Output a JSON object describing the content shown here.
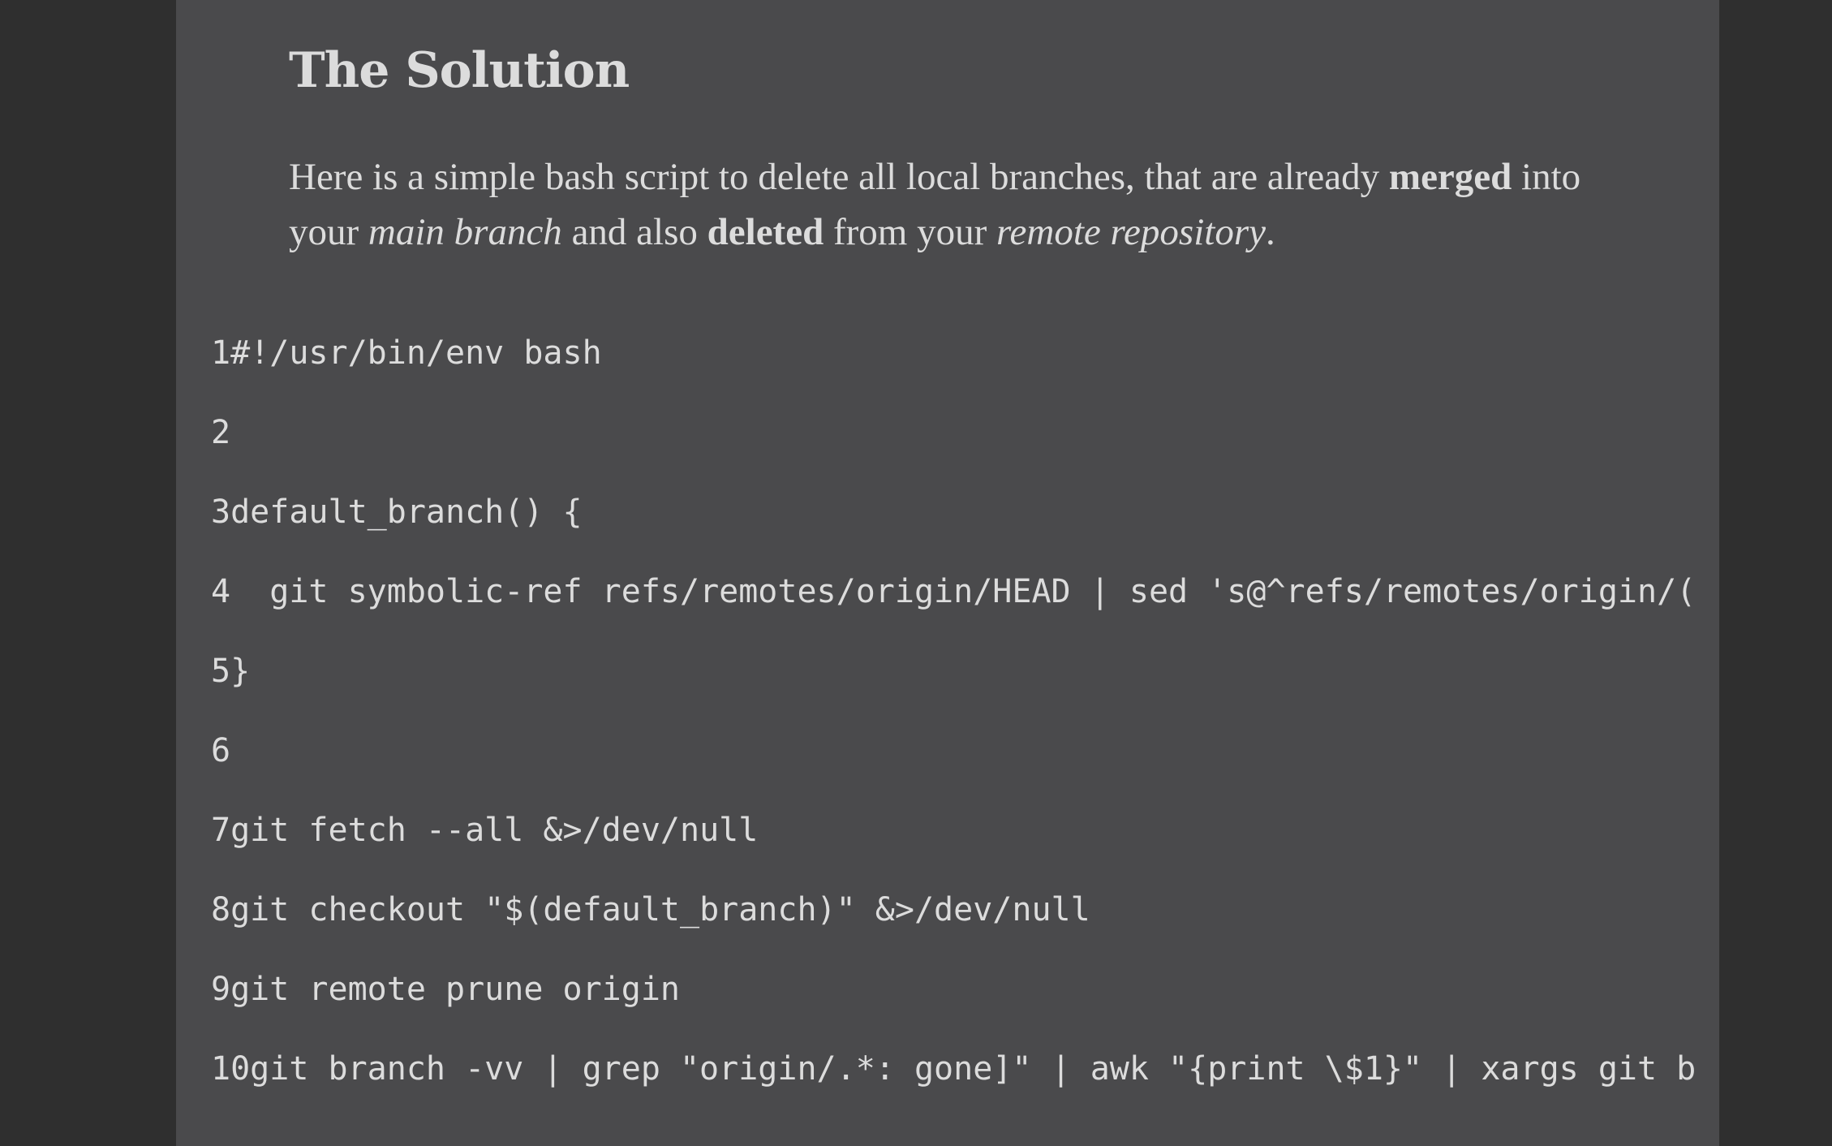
{
  "article": {
    "heading": "The Solution",
    "paragraph": {
      "p1": "Here is a simple bash script to delete all local branches, that are already ",
      "b1": "merged",
      "p2": " into your ",
      "i1": "main branch",
      "p3": " and also ",
      "b2": "deleted",
      "p4": " from your ",
      "i2": "remote repository",
      "p5": "."
    },
    "code_lines": [
      {
        "num": "1",
        "text": "#!/usr/bin/env bash"
      },
      {
        "num": "2",
        "text": ""
      },
      {
        "num": "3",
        "text": "default_branch() {"
      },
      {
        "num": "4",
        "text": "  git symbolic-ref refs/remotes/origin/HEAD | sed 's@^refs/remotes/origin/("
      },
      {
        "num": "5",
        "text": "}"
      },
      {
        "num": "6",
        "text": ""
      },
      {
        "num": "7",
        "text": "git fetch --all &>/dev/null"
      },
      {
        "num": "8",
        "text": "git checkout \"$(default_branch)\" &>/dev/null"
      },
      {
        "num": "9",
        "text": "git remote prune origin"
      },
      {
        "num": "10",
        "text": "git branch -vv | grep \"origin/.*: gone]\" | awk \"{print \\$1}\" | xargs git b"
      }
    ]
  },
  "colors": {
    "background": "#2f2f2f",
    "panel": "#4a4a4c",
    "text": "#dcdcdc"
  }
}
